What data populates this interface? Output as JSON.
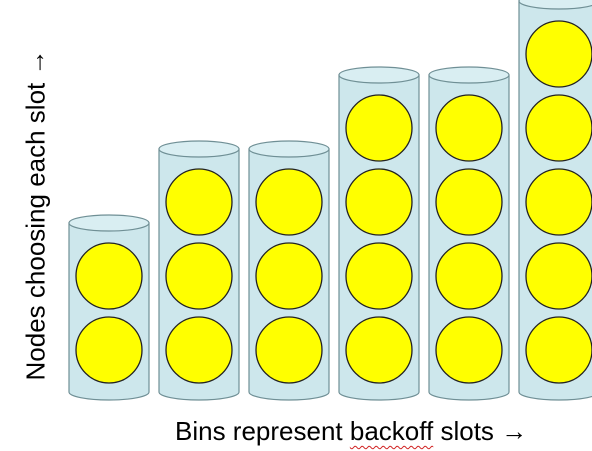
{
  "labels": {
    "y_axis": "Nodes choosing each slot →",
    "x_axis_before": "Bins represent ",
    "x_axis_misspelled": "backoff",
    "x_axis_after": " slots →"
  },
  "bins": [
    {
      "nodes": 2
    },
    {
      "nodes": 3
    },
    {
      "nodes": 3
    },
    {
      "nodes": 4
    },
    {
      "nodes": 4
    },
    {
      "nodes": 5
    }
  ],
  "colors": {
    "bin_fill": "#cde7ec",
    "bin_top": "#d9eef2",
    "bin_stroke": "#6f8f95",
    "node_fill": "#ffff00",
    "node_stroke": "#222222"
  }
}
